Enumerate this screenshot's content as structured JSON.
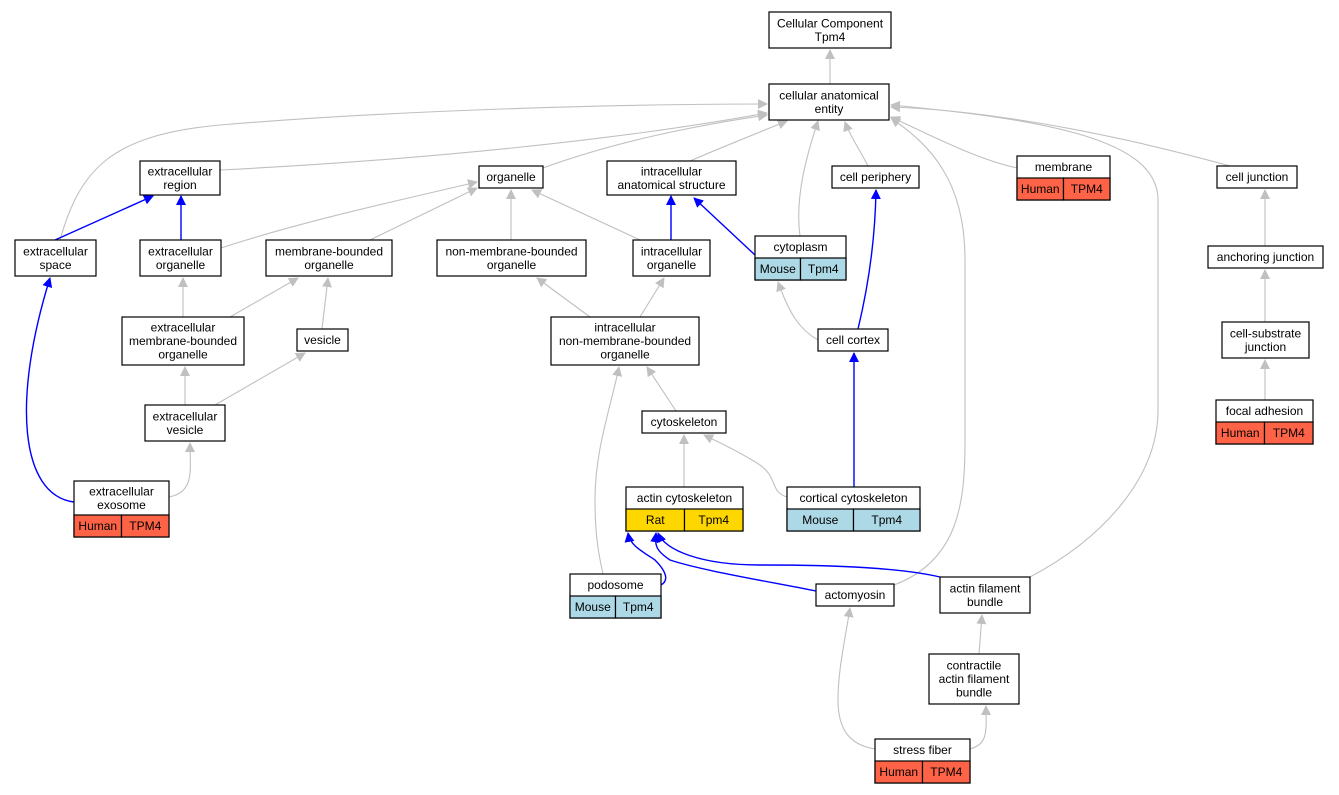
{
  "nodes": [
    {
      "id": "root",
      "lines": [
        "Cellular Component",
        "Tpm4"
      ]
    },
    {
      "id": "cae",
      "lines": [
        "cellular anatomical",
        "entity"
      ]
    },
    {
      "id": "ecregion",
      "lines": [
        "extracellular",
        "region"
      ]
    },
    {
      "id": "organelle",
      "lines": [
        "organelle"
      ]
    },
    {
      "id": "ias",
      "lines": [
        "intracellular",
        "anatomical structure"
      ]
    },
    {
      "id": "cellperiphery",
      "lines": [
        "cell periphery"
      ]
    },
    {
      "id": "membrane",
      "lines": [
        "membrane"
      ],
      "badges": [
        "Human",
        "TPM4"
      ],
      "badge_colors": [
        "#ff6347",
        "#ff6347"
      ]
    },
    {
      "id": "celljunction",
      "lines": [
        "cell junction"
      ]
    },
    {
      "id": "ecspace",
      "lines": [
        "extracellular",
        "space"
      ]
    },
    {
      "id": "ecorganelle",
      "lines": [
        "extracellular",
        "organelle"
      ]
    },
    {
      "id": "mbo",
      "lines": [
        "membrane-bounded",
        "organelle"
      ]
    },
    {
      "id": "nmbo",
      "lines": [
        "non-membrane-bounded",
        "organelle"
      ]
    },
    {
      "id": "icorganelle",
      "lines": [
        "intracellular",
        "organelle"
      ]
    },
    {
      "id": "cytoplasm",
      "lines": [
        "cytoplasm"
      ],
      "badges": [
        "Mouse",
        "Tpm4"
      ],
      "badge_colors": [
        "#add8e6",
        "#add8e6"
      ]
    },
    {
      "id": "anchoring",
      "lines": [
        "anchoring junction"
      ]
    },
    {
      "id": "ecmbo",
      "lines": [
        "extracellular",
        "membrane-bounded",
        "organelle"
      ]
    },
    {
      "id": "vesicle",
      "lines": [
        "vesicle"
      ]
    },
    {
      "id": "icnmbo",
      "lines": [
        "intracellular",
        "non-membrane-bounded",
        "organelle"
      ]
    },
    {
      "id": "cellcortex",
      "lines": [
        "cell cortex"
      ]
    },
    {
      "id": "csjunction",
      "lines": [
        "cell-substrate",
        "junction"
      ]
    },
    {
      "id": "ecvesicle",
      "lines": [
        "extracellular",
        "vesicle"
      ]
    },
    {
      "id": "cytoskeleton",
      "lines": [
        "cytoskeleton"
      ]
    },
    {
      "id": "focaladhesion",
      "lines": [
        "focal adhesion"
      ],
      "badges": [
        "Human",
        "TPM4"
      ],
      "badge_colors": [
        "#ff6347",
        "#ff6347"
      ]
    },
    {
      "id": "ecexosome",
      "lines": [
        "extracellular",
        "exosome"
      ],
      "badges": [
        "Human",
        "TPM4"
      ],
      "badge_colors": [
        "#ff6347",
        "#ff6347"
      ]
    },
    {
      "id": "actincyto",
      "lines": [
        "actin cytoskeleton"
      ],
      "badges": [
        "Rat",
        "Tpm4"
      ],
      "badge_colors": [
        "#ffd700",
        "#ffd700"
      ]
    },
    {
      "id": "corticalcyto",
      "lines": [
        "cortical cytoskeleton"
      ],
      "badges": [
        "Mouse",
        "Tpm4"
      ],
      "badge_colors": [
        "#add8e6",
        "#add8e6"
      ]
    },
    {
      "id": "podosome",
      "lines": [
        "podosome"
      ],
      "badges": [
        "Mouse",
        "Tpm4"
      ],
      "badge_colors": [
        "#add8e6",
        "#add8e6"
      ]
    },
    {
      "id": "actomyosin",
      "lines": [
        "actomyosin"
      ]
    },
    {
      "id": "afbundle",
      "lines": [
        "actin filament",
        "bundle"
      ]
    },
    {
      "id": "cafbundle",
      "lines": [
        "contractile",
        "actin filament",
        "bundle"
      ]
    },
    {
      "id": "stressfiber",
      "lines": [
        "stress fiber"
      ],
      "badges": [
        "Human",
        "TPM4"
      ],
      "badge_colors": [
        "#ff6347",
        "#ff6347"
      ]
    }
  ],
  "edges": [
    {
      "from": "cae",
      "to": "root",
      "kind": "is_a"
    },
    {
      "from": "ecregion",
      "to": "cae",
      "kind": "is_a"
    },
    {
      "from": "organelle",
      "to": "cae",
      "kind": "is_a"
    },
    {
      "from": "ias",
      "to": "cae",
      "kind": "is_a"
    },
    {
      "from": "cellperiphery",
      "to": "cae",
      "kind": "is_a"
    },
    {
      "from": "membrane",
      "to": "cae",
      "kind": "is_a"
    },
    {
      "from": "celljunction",
      "to": "cae",
      "kind": "is_a"
    },
    {
      "from": "ecspace",
      "to": "cae",
      "kind": "is_a"
    },
    {
      "from": "cytoplasm",
      "to": "cae",
      "kind": "is_a"
    },
    {
      "from": "actomyosin",
      "to": "cae",
      "kind": "is_a"
    },
    {
      "from": "afbundle",
      "to": "cae",
      "kind": "is_a"
    },
    {
      "from": "ecspace",
      "to": "ecregion",
      "kind": "part_of"
    },
    {
      "from": "ecorganelle",
      "to": "ecregion",
      "kind": "part_of"
    },
    {
      "from": "ecorganelle",
      "to": "organelle",
      "kind": "is_a"
    },
    {
      "from": "mbo",
      "to": "organelle",
      "kind": "is_a"
    },
    {
      "from": "nmbo",
      "to": "organelle",
      "kind": "is_a"
    },
    {
      "from": "icorganelle",
      "to": "organelle",
      "kind": "is_a"
    },
    {
      "from": "icorganelle",
      "to": "ias",
      "kind": "part_of"
    },
    {
      "from": "cytoplasm",
      "to": "ias",
      "kind": "part_of"
    },
    {
      "from": "cellcortex",
      "to": "cellperiphery",
      "kind": "part_of"
    },
    {
      "from": "anchoring",
      "to": "celljunction",
      "kind": "is_a"
    },
    {
      "from": "ecmbo",
      "to": "ecorganelle",
      "kind": "is_a"
    },
    {
      "from": "ecmbo",
      "to": "mbo",
      "kind": "is_a"
    },
    {
      "from": "vesicle",
      "to": "mbo",
      "kind": "is_a"
    },
    {
      "from": "icnmbo",
      "to": "nmbo",
      "kind": "is_a"
    },
    {
      "from": "icnmbo",
      "to": "icorganelle",
      "kind": "is_a"
    },
    {
      "from": "cellcortex",
      "to": "cytoplasm",
      "kind": "is_a"
    },
    {
      "from": "csjunction",
      "to": "anchoring",
      "kind": "is_a"
    },
    {
      "from": "ecvesicle",
      "to": "ecmbo",
      "kind": "is_a"
    },
    {
      "from": "ecvesicle",
      "to": "vesicle",
      "kind": "is_a"
    },
    {
      "from": "cytoskeleton",
      "to": "icnmbo",
      "kind": "is_a"
    },
    {
      "from": "corticalcyto",
      "to": "cellcortex",
      "kind": "part_of"
    },
    {
      "from": "focaladhesion",
      "to": "csjunction",
      "kind": "is_a"
    },
    {
      "from": "ecexosome",
      "to": "ecvesicle",
      "kind": "is_a"
    },
    {
      "from": "ecexosome",
      "to": "ecspace",
      "kind": "part_of"
    },
    {
      "from": "actincyto",
      "to": "cytoskeleton",
      "kind": "is_a"
    },
    {
      "from": "corticalcyto",
      "to": "cytoskeleton",
      "kind": "is_a"
    },
    {
      "from": "podosome",
      "to": "icnmbo",
      "kind": "is_a"
    },
    {
      "from": "podosome",
      "to": "actincyto",
      "kind": "part_of"
    },
    {
      "from": "actomyosin",
      "to": "actincyto",
      "kind": "part_of"
    },
    {
      "from": "afbundle",
      "to": "actincyto",
      "kind": "part_of"
    },
    {
      "from": "cafbundle",
      "to": "afbundle",
      "kind": "is_a"
    },
    {
      "from": "stressfiber",
      "to": "actomyosin",
      "kind": "is_a"
    },
    {
      "from": "stressfiber",
      "to": "cafbundle",
      "kind": "is_a"
    }
  ],
  "colors": {
    "is_a": "#c0c0c0",
    "part_of": "#0000ff",
    "human": "#ff6347",
    "mouse": "#add8e6",
    "rat": "#ffd700"
  }
}
